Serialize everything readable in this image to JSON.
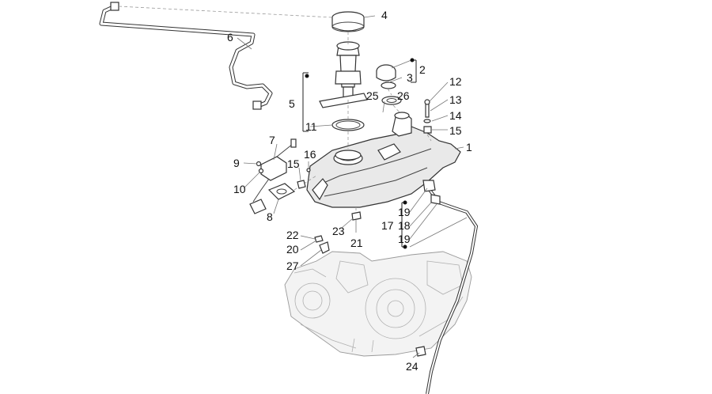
{
  "diagram": {
    "part_numbers": [
      "1",
      "2",
      "3",
      "4",
      "5",
      "6",
      "7",
      "8",
      "9",
      "10",
      "11",
      "12",
      "13",
      "14",
      "15",
      "16",
      "15",
      "17",
      "18",
      "19",
      "19",
      "20",
      "21",
      "22",
      "23",
      "24",
      "25",
      "26",
      "27"
    ],
    "colors": {
      "line": "#333333",
      "label": "#111111",
      "background": "#ffffff",
      "engine": "#9a9a9a"
    }
  }
}
